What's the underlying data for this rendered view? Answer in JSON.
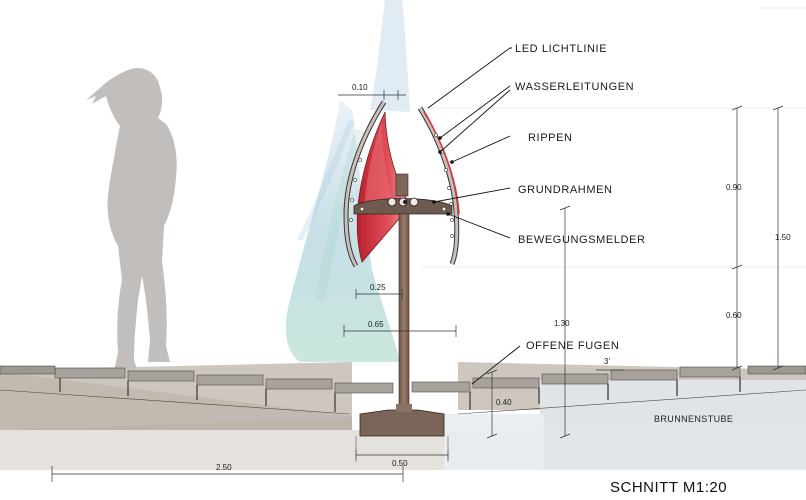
{
  "callouts": {
    "led": "LED LICHTLINIE",
    "water": "WASSERLEITUNGEN",
    "ribs": "RIPPEN",
    "frame": "GRUNDRAHMEN",
    "motion": "BEWEGUNGSMELDER",
    "joints": "OFFENE FUGEN"
  },
  "dimensions": {
    "top_gap": "0.10",
    "inner_width": "0.25",
    "outer_width": "0.65",
    "column_height": "1.30",
    "upper_height": "0.90",
    "lower_height": "0.60",
    "total_height": "1.50",
    "basin_depth": "0.40",
    "slope": "3'",
    "floor_span": "2.50",
    "base_width": "0.50"
  },
  "room_label": "BRUNNENSTUBE",
  "drawing_title": "SCHNITT M1:20",
  "colors": {
    "figure": "#bfbbb9",
    "ground": "#c7bfb6",
    "steel": "#8a6b5a",
    "red_fin": "#d8343e",
    "water": "#8fb6d6",
    "room_fill": "#e3e8ec"
  }
}
